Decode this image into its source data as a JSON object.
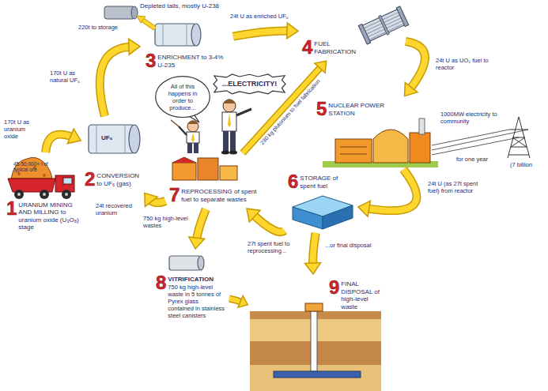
{
  "diagram": {
    "nodes": [
      {
        "text": [
          "1",
          "URANIUM MINING AND MILLING to uranium oxide (U₃O₈) stage"
        ]
      },
      {
        "text": [
          "2",
          "CONVERSION to UF₆ (gas)"
        ]
      },
      {
        "text": [
          "3",
          "ENRICHMENT to 3-4% U-235"
        ]
      },
      {
        "text": [
          "4",
          "FUEL FABRICATION"
        ]
      },
      {
        "text": [
          "5",
          "NUCLEAR POWER STATION"
        ]
      },
      {
        "text": [
          "6",
          "STORAGE of spent fuel"
        ]
      },
      {
        "text": [
          "7",
          "REPROCESSING of spent fuel to separate wastes"
        ]
      },
      {
        "text": [
          "8",
          "VITRIFICATION",
          "750 kg high-level waste in 5 tonnes of Pyrex glass contained in stainless steel canisters"
        ]
      },
      {
        "text": [
          "9",
          "FINAL DISPOSAL of high-level waste"
        ]
      },
      {
        "text": [
          "All of this happens in order to produce..."
        ]
      },
      {
        "text": [
          "...ELECTRICITY!"
        ]
      }
    ],
    "edges": [
      {
        "from": 0,
        "to": 1,
        "arrow": "to",
        "label": "170t U as uranium oxide"
      },
      {
        "from": 1,
        "to": 2,
        "arrow": "to",
        "label": "170t U as natural UF₆"
      },
      {
        "from": 2,
        "to": 3,
        "arrow": "to",
        "label": "24t U as enriched UF₆"
      },
      {
        "from": 3,
        "to": 4,
        "arrow": "to",
        "label": "24t U as UO₂ fuel to reactor"
      },
      {
        "from": 4,
        "to": 5,
        "arrow": "to",
        "label": "24t U (as 27t spent fuel) from reactor"
      },
      {
        "from": 5,
        "to": 6,
        "arrow": "to",
        "label": "27t spent fuel to reprocessing..."
      },
      {
        "from": 5,
        "to": 8,
        "arrow": "to",
        "label": "...or final disposal"
      },
      {
        "from": 6,
        "to": 3,
        "arrow": "to",
        "label": "230 kg plutonium to fuel fabrication"
      },
      {
        "from": 6,
        "to": 1,
        "arrow": "to",
        "label": "24t recovered uranium"
      },
      {
        "from": 6,
        "to": 7,
        "arrow": "to",
        "label": "750 kg high-level wastes"
      },
      {
        "from": 7,
        "to": 8,
        "arrow": "to"
      }
    ],
    "labels": [
      "45-50,000+ t of typical ore",
      "UF₆",
      "Depleted tails, mostly U-238",
      "220t to storage",
      "1000MW electricity to community",
      "for one year",
      "(7 billion"
    ]
  }
}
